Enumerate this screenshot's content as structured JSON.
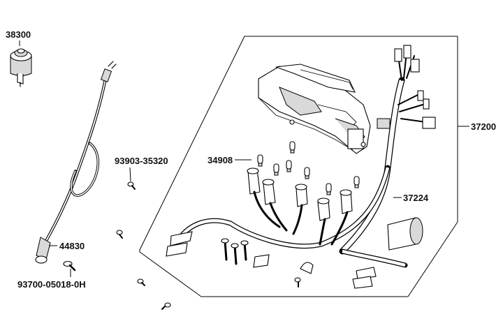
{
  "parts": {
    "p38300": "38300",
    "p93903": "93903-35320",
    "p34908": "34908",
    "p37200": "37200",
    "p37224": "37224",
    "p44830": "44830",
    "p93700": "93700-05018-0H"
  }
}
